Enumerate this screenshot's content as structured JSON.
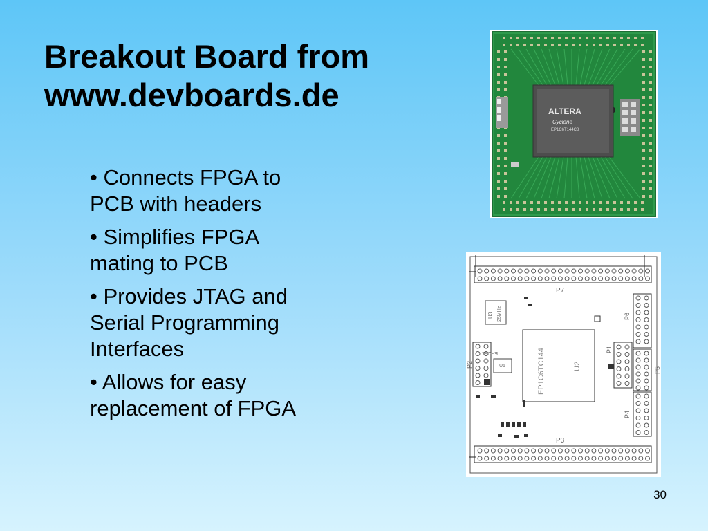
{
  "slide": {
    "title_line1": "Breakout Board from",
    "title_line2": "www.devboards.de",
    "bullets": [
      {
        "line1": "• Connects FPGA to",
        "line2": "PCB with headers"
      },
      {
        "line1": "• Simplifies FPGA",
        "line2": "mating to PCB"
      },
      {
        "line1": "• Provides JTAG and",
        "line2": "Serial Programming",
        "line3": "Interfaces"
      },
      {
        "line1": "• Allows for easy",
        "line2": "replacement of FPGA"
      }
    ],
    "page_number": "30"
  },
  "photo": {
    "chip_brand": "ALTERA",
    "chip_family": "Cyclone",
    "chip_part": "EP1C6T144C8"
  },
  "schematic": {
    "labels": {
      "p7": "P7",
      "p3": "P3",
      "p6": "P6",
      "p1": "P1",
      "p5": "P5",
      "p4": "P4",
      "p2": "P2",
      "u2": "U2",
      "u3": "U3",
      "u3_freq": "25MHz",
      "u5": "U5",
      "epcs": "EPCS1",
      "fpga_part": "EP1C6TC144"
    }
  },
  "colors": {
    "bg_top": "#5ec6f7",
    "bg_bottom": "#d6f3fe",
    "pcb_green": "#1f8a3c",
    "chip_gray": "#5a5a5a"
  }
}
